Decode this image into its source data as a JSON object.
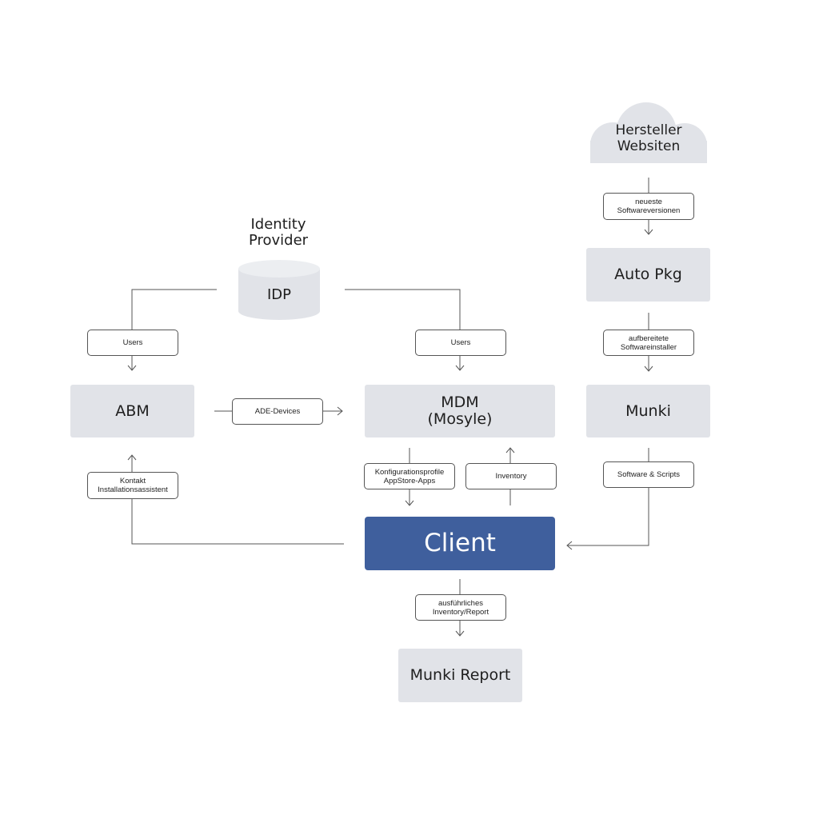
{
  "nodes": {
    "idp_title": "Identity\nProvider",
    "idp": "IDP",
    "cloud": "Hersteller\nWebsiten",
    "autopkg": "Auto Pkg",
    "abm": "ABM",
    "mdm": "MDM\n(Mosyle)",
    "munki": "Munki",
    "client": "Client",
    "munki_report": "Munki Report"
  },
  "edges": {
    "users_left": "Users",
    "users_right": "Users",
    "ade_devices": "ADE-Devices",
    "neueste": "neueste\nSoftwareversionen",
    "aufbereitete": "aufbereitete\nSoftwareinstaller",
    "kontakt": "Kontakt\nInstallationsassistent",
    "konfig": "Konfigurationsprofile\nAppStore-Apps",
    "inventory": "Inventory",
    "software_scripts": "Software & Scripts",
    "report": "ausführliches\nInventory/Report"
  },
  "colors": {
    "node_fill": "#e1e3e8",
    "client_fill": "#3f5f9d",
    "line": "#555555"
  }
}
